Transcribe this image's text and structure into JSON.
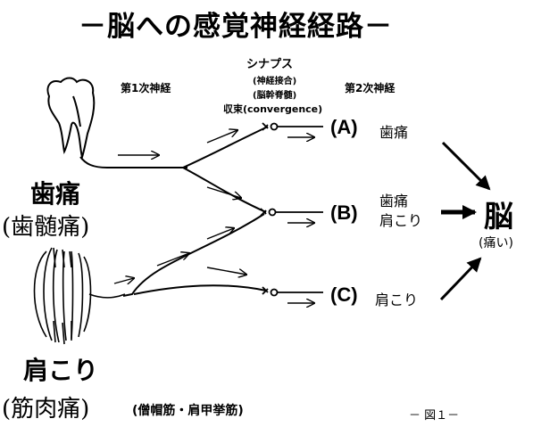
{
  "title": "－脳への感覚神経経路－",
  "neurons": {
    "first": "第1次神経",
    "second": "第2次神経"
  },
  "synapse": {
    "label": "シナプス",
    "line1": "(神経接合)",
    "line2": "(脳幹脊髄)",
    "line3": "収束(convergence)"
  },
  "sources": {
    "tooth": {
      "title": "歯痛",
      "sub": "(歯髄痛)"
    },
    "shoulder": {
      "title": "肩こり",
      "sub": "(筋肉痛)",
      "detail": "(僧帽筋・肩甲挙筋)"
    }
  },
  "routes": [
    {
      "tag": "(A)",
      "line1": "歯痛",
      "line2": ""
    },
    {
      "tag": "(B)",
      "line1": "歯痛",
      "line2": "肩こり"
    },
    {
      "tag": "(C)",
      "line1": "肩こり",
      "line2": ""
    }
  ],
  "brain": {
    "label": "脳",
    "sub": "(痛い)"
  },
  "figure_caption": "－ 図１－"
}
